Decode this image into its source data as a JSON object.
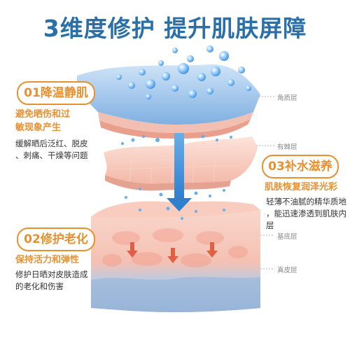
{
  "title": "3维度修护 提升肌肤屏障",
  "features": [
    {
      "label": "01降温静肌",
      "sub": [
        "避免晒伤和过",
        "敏现象产生"
      ],
      "desc": [
        "缓解晒后泛红、脱皮",
        "、刺痛、干燥等问题"
      ]
    },
    {
      "label": "03补水滋养",
      "sub": [
        "肌肤恢复润泽光彩"
      ],
      "desc": [
        "轻薄不油腻的精华质地",
        "，能迅速渗透到肌肤内",
        "层"
      ]
    },
    {
      "label": "02修护老化",
      "sub": [
        "保持活力和弹性"
      ],
      "desc": [
        "修护日晒对皮肤造成",
        "的老化和伤害"
      ]
    }
  ],
  "layers": [
    "角质层",
    "有棘层",
    "基底层",
    "真皮层"
  ],
  "colors": {
    "title": "#2a6fa8",
    "accent": "#e8902f",
    "water": "#4a9de0",
    "skin": "#f5c4b8",
    "dermis": "#9bb7d8"
  }
}
